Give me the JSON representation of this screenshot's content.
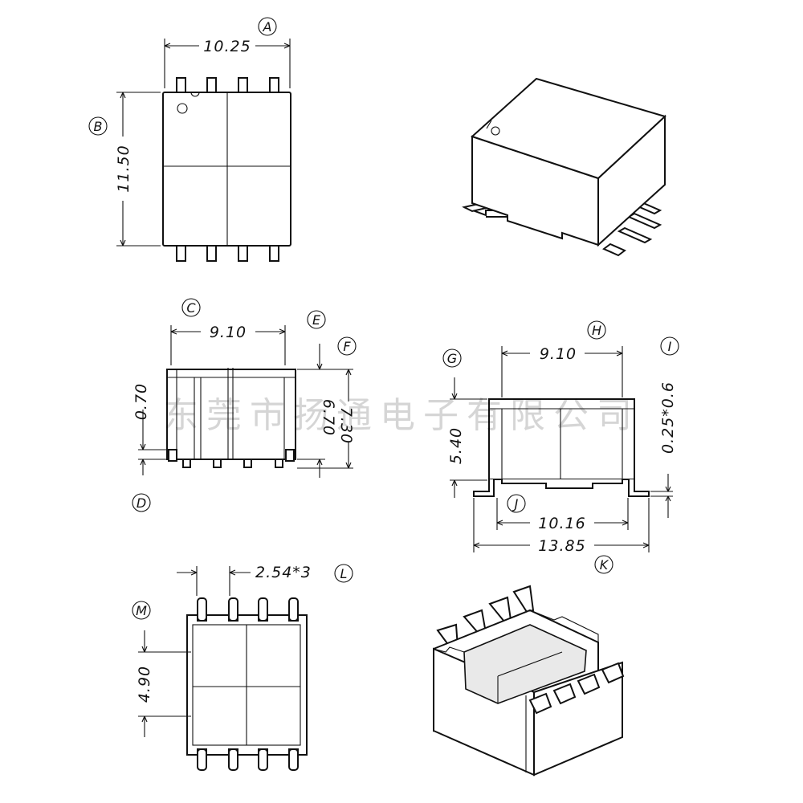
{
  "watermark": "东莞市扬通电子有限公司",
  "markers": {
    "a": "A",
    "b": "B",
    "c": "C",
    "d": "D",
    "e": "E",
    "f": "F",
    "g": "G",
    "h": "H",
    "i": "I",
    "j": "J",
    "k": "K",
    "l": "L",
    "m": "M"
  },
  "dimensions": {
    "top_width": "10.25",
    "top_height": "11.50",
    "side_width": "9.10",
    "side_offset": "0.70",
    "side_height_a": "6.70",
    "side_height_b": "7.30",
    "front_width": "9.10",
    "front_height": "5.40",
    "pin_spec": "0.25*0.6",
    "front_inner_width": "10.16",
    "front_outer_width": "13.85",
    "pin_pitch": "2.54*3",
    "bottom_height": "4.90"
  }
}
